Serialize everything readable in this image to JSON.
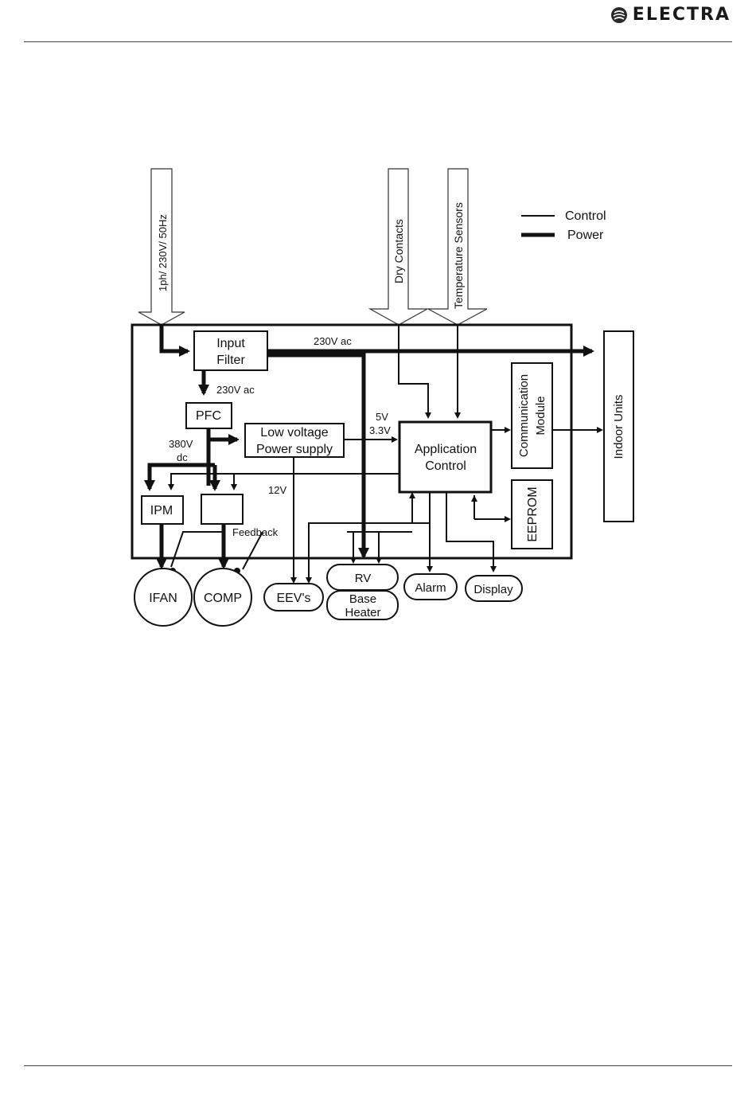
{
  "header": {
    "brand": "ELECTRA"
  },
  "legend": {
    "control": "Control",
    "power": "Power"
  },
  "inputs": {
    "mains": "1ph/ 230V/ 50Hz",
    "dry_contacts": "Dry Contacts",
    "temperature_sensors": "Temperature Sensors"
  },
  "blocks": {
    "input_filter_1": "Input",
    "input_filter_2": "Filter",
    "pfc": "PFC",
    "lv_supply_1": "Low voltage",
    "lv_supply_2": "Power supply",
    "app_control_1": "Application",
    "app_control_2": "Control",
    "comm_module_1": "Communication",
    "comm_module_2": "Module",
    "eeprom": "EEPROM",
    "ipm": "IPM",
    "indoor_units": "Indoor Units"
  },
  "labels": {
    "v230ac_top": "230V ac",
    "v230ac_pfc": "230V ac",
    "v380_1": "380V",
    "v380_2": "dc",
    "v5": "5V",
    "v33": "3.3V",
    "v12": "12V",
    "feedback": "Feedback"
  },
  "outputs": {
    "ifan": "IFAN",
    "comp": "COMP",
    "eevs": "EEV's",
    "rv": "RV",
    "base_heater_1": "Base",
    "base_heater_2": "Heater",
    "alarm": "Alarm",
    "display": "Display"
  },
  "colors": {
    "line": "#111111",
    "rule": "#444444"
  }
}
